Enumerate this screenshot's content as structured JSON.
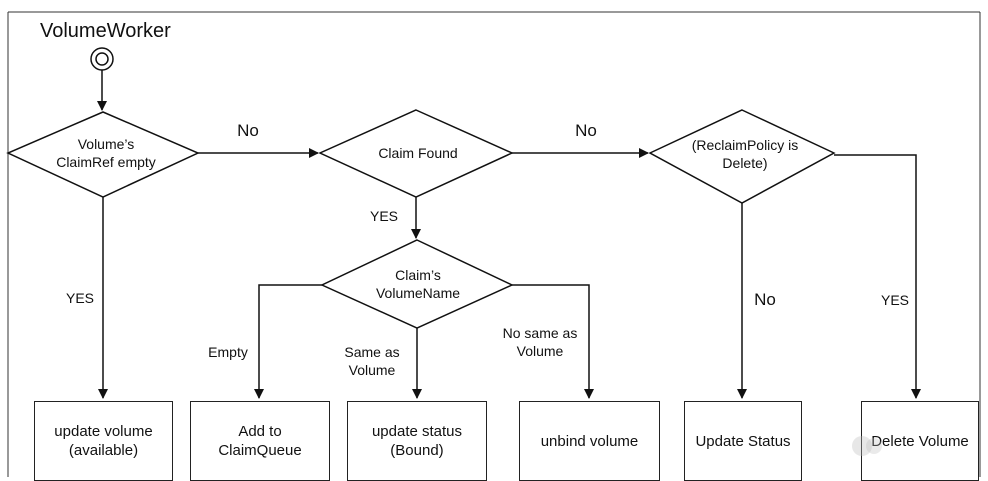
{
  "diagram": {
    "title": "VolumeWorker",
    "decisions": {
      "claimref": "Volume’s\nClaimRef empty",
      "claim_found": "Claim Found",
      "reclaim": "(ReclaimPolicy is\nDelete)",
      "volume_name": "Claim’s\nVolumeName"
    },
    "actions": {
      "update_available": "update volume\n(available)",
      "add_queue": "Add to\nClaimQueue",
      "update_bound": "update status\n(Bound)",
      "unbind": "unbind volume",
      "update_status": "Update Status",
      "delete": "Delete Volume"
    },
    "edges": {
      "claimref_no": "No",
      "claimref_yes": "YES",
      "claim_found_no": "No",
      "claim_found_yes": "YES",
      "reclaim_no": "No",
      "reclaim_yes": "YES",
      "empty": "Empty",
      "same_as": "Same as\nVolume",
      "not_same": "No same as\nVolume"
    }
  }
}
